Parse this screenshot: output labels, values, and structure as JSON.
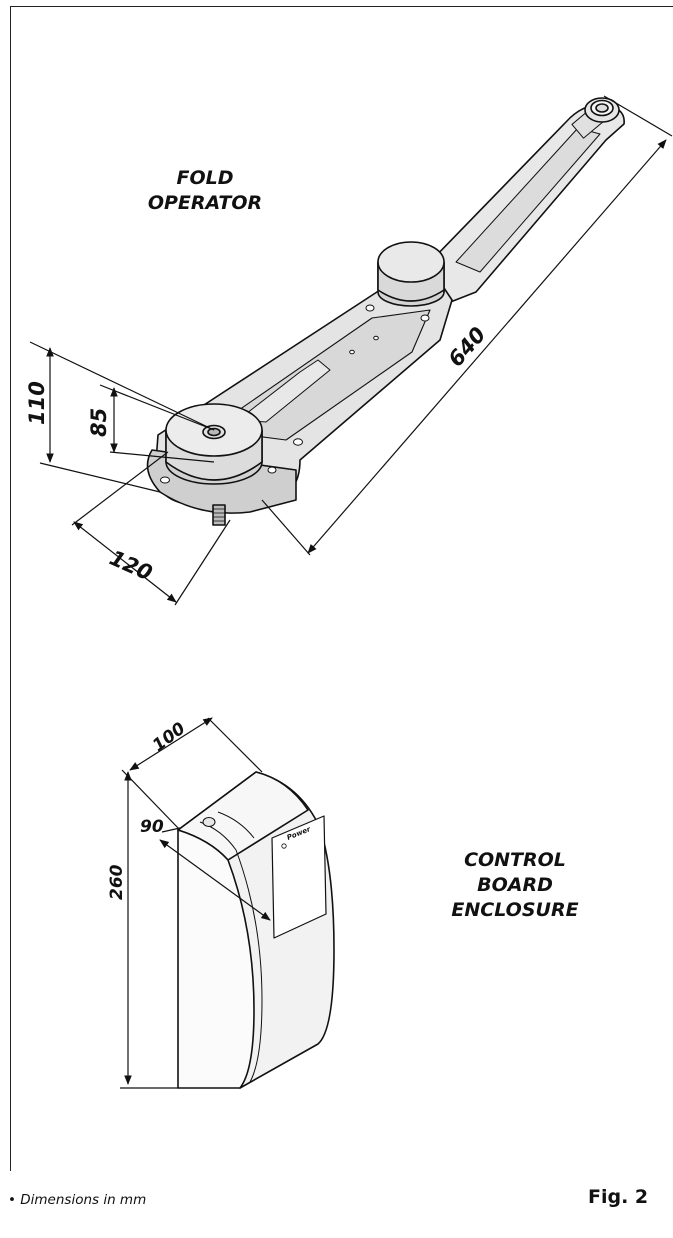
{
  "operator": {
    "title_line1": "FOLD",
    "title_line2": "OPERATOR"
  },
  "enclosure": {
    "title_line1": "CONTROL",
    "title_line2": "BOARD",
    "title_line3": "ENCLOSURE",
    "led_label": "Power"
  },
  "dimensions": {
    "operator_length": "640",
    "operator_total_height": "110",
    "operator_body_height": "85",
    "operator_width": "120",
    "enclosure_depth": "100",
    "enclosure_height": "260",
    "enclosure_front_depth": "90"
  },
  "footnote": "• Dimensions in mm",
  "figure_label": "Fig. 2"
}
